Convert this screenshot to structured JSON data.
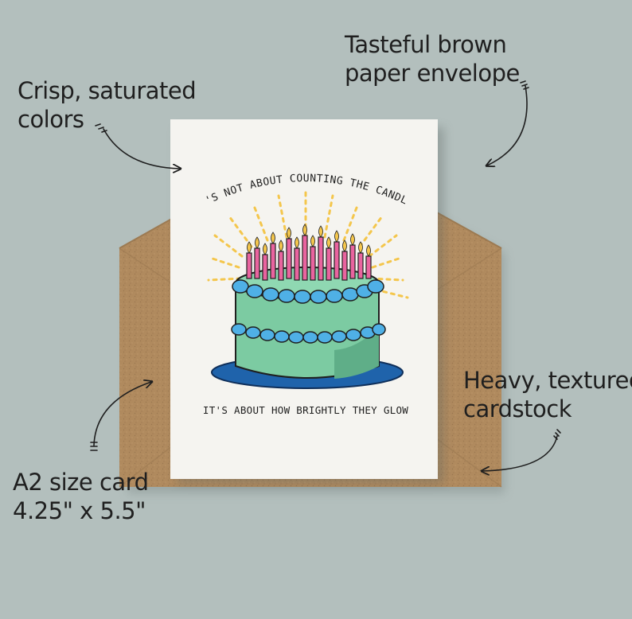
{
  "annotations": {
    "colors": {
      "line1": "Crisp, saturated",
      "line2": "colors"
    },
    "envelope": {
      "line1": "Tasteful brown",
      "line2": "paper envelope"
    },
    "cardstock": {
      "line1": "Heavy, textured",
      "line2": "cardstock"
    },
    "size": {
      "line1": "A2 size card",
      "line2": "4.25\" x 5.5\""
    }
  },
  "card": {
    "top_text": "IT'S NOT ABOUT COUNTING THE CANDLES",
    "bottom_text": "IT'S ABOUT HOW BRIGHTLY THEY GLOW"
  },
  "colors": {
    "background": "#b3bfbd",
    "envelope": "#b08a5e",
    "envelope_shadow": "#9c7a52",
    "card": "#f5f4f0",
    "cake": "#7ccba2",
    "cake_shadow": "#5fae88",
    "frosting": "#4fb0e6",
    "plate": "#1f63ab",
    "candle": "#e9649f",
    "flame": "#f4c64c",
    "ink": "#1f1f1f"
  }
}
